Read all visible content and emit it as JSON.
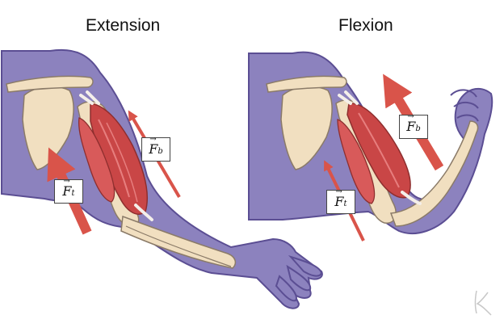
{
  "panels": {
    "extension": {
      "title": "Extension"
    },
    "flexion": {
      "title": "Flexion"
    }
  },
  "forces": {
    "biceps": {
      "symbol": "F",
      "subscript": "b"
    },
    "triceps": {
      "symbol": "F",
      "subscript": "t"
    }
  },
  "colors": {
    "skin": "#8C82BE",
    "skin_outline": "#5B4E93",
    "bone": "#F1DFC0",
    "bone_outline": "#8B7B68",
    "muscle": "#C94646",
    "muscle_light": "#E77E7E",
    "tendon": "#F4EFEA",
    "arrow": "#D9544A"
  },
  "icons": {
    "watermark": "k-signature-mark"
  }
}
